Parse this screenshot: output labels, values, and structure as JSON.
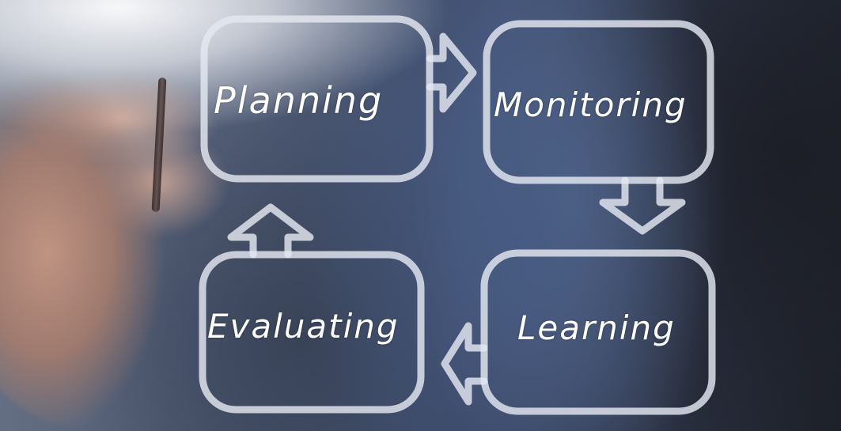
{
  "diagram": {
    "nodes": [
      {
        "id": "planning",
        "label": "Planning"
      },
      {
        "id": "monitoring",
        "label": "Monitoring"
      },
      {
        "id": "learning",
        "label": "Learning"
      },
      {
        "id": "evaluating",
        "label": "Evaluating"
      }
    ],
    "edges": [
      {
        "from": "planning",
        "to": "monitoring"
      },
      {
        "from": "monitoring",
        "to": "learning"
      },
      {
        "from": "learning",
        "to": "evaluating"
      },
      {
        "from": "evaluating",
        "to": "planning"
      }
    ],
    "stroke_color": "#e4e8f0"
  }
}
